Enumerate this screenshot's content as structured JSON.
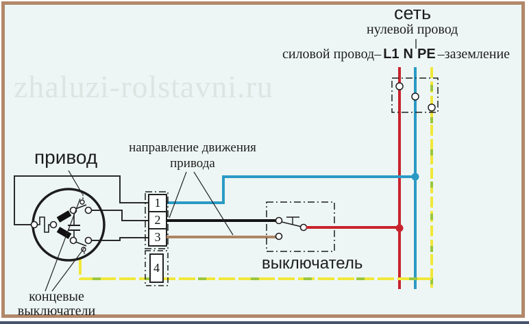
{
  "watermark": "zhaluzi-rolstavni.ru",
  "mains": {
    "title": "сеть",
    "neutral_label": "нулевой провод",
    "power_label": "силовой провод",
    "ground_label": "заземление",
    "dash": "–",
    "terminals": {
      "l1": "L1",
      "n": "N",
      "pe": "PE"
    }
  },
  "drive": {
    "label": "привод"
  },
  "direction": {
    "line1": "направление движения",
    "line2": "привода"
  },
  "switch": {
    "label": "выключатель"
  },
  "limit_switches": {
    "line1": "концевые",
    "line2": "выключатели"
  },
  "terminal_block": {
    "terminals": [
      "1",
      "2",
      "3",
      "4"
    ]
  },
  "colors": {
    "phase": "#c8232c",
    "neutral": "#2a9ac4",
    "pe_yellow": "#f1e73a",
    "pe_green": "#9cc63e",
    "brown": "#ae8565",
    "wire_black": "#141414",
    "line": "#1d1d1d",
    "frame": "#b1886a",
    "background": "#edf6f4",
    "watermark": "#dde4e2",
    "bottom_edge": "#46516a"
  }
}
